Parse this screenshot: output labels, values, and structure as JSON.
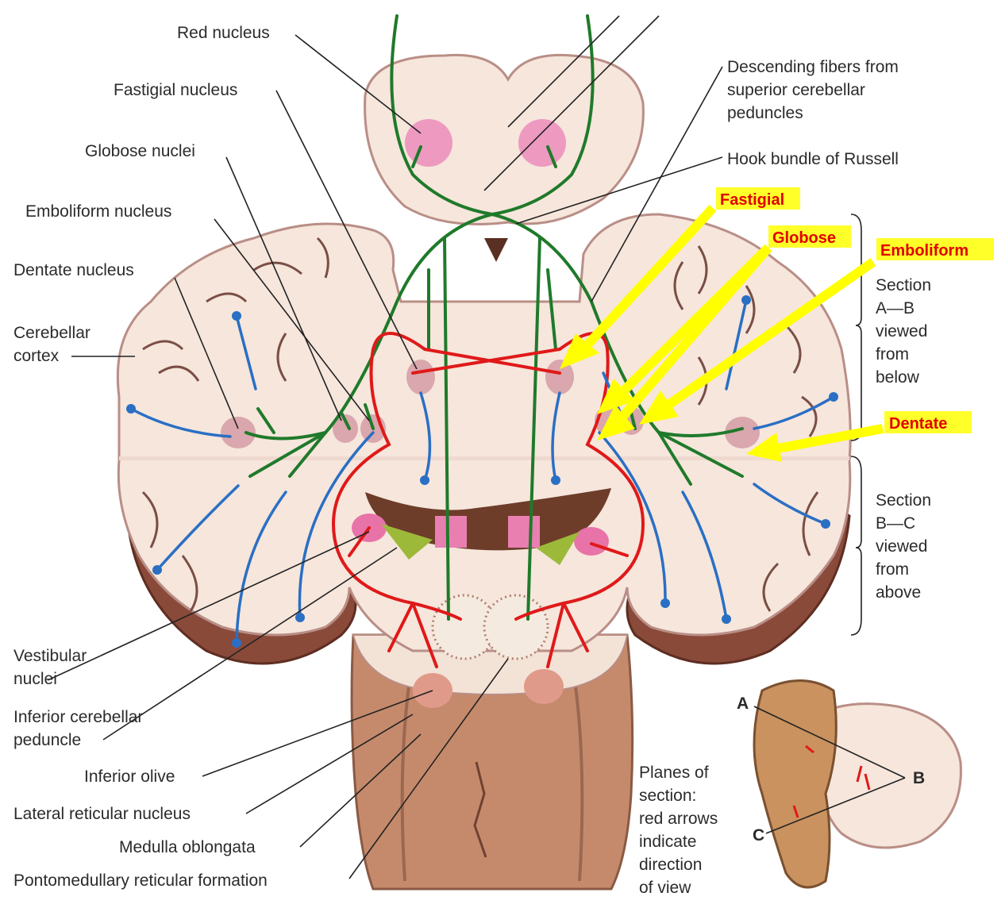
{
  "labels_left": {
    "red_nucleus": "Red nucleus",
    "fastigial_nucleus": "Fastigial nucleus",
    "globose_nuclei": "Globose nuclei",
    "emboliform_nucleus": "Emboliform nucleus",
    "dentate_nucleus": "Dentate nucleus",
    "cerebellar_cortex_1": "Cerebellar",
    "cerebellar_cortex_2": "cortex",
    "vestibular_nuclei_1": "Vestibular",
    "vestibular_nuclei_2": "nuclei",
    "inferior_cerebellar_peduncle_1": "Inferior cerebellar",
    "inferior_cerebellar_peduncle_2": "peduncle",
    "inferior_olive": "Inferior olive",
    "lateral_reticular_nucleus": "Lateral reticular nucleus",
    "medulla_oblongata": "Medulla oblongata",
    "pontomedullary_reticular_formation": "Pontomedullary reticular formation"
  },
  "labels_right": {
    "descending_fibers_1": "Descending fibers from",
    "descending_fibers_2": "superior cerebellar",
    "descending_fibers_3": "peduncles",
    "hook_bundle": "Hook bundle of Russell",
    "section_ab": [
      "Section",
      "A—B",
      "viewed",
      "from",
      "below"
    ],
    "section_bc": [
      "Section",
      "B—C",
      "viewed",
      "from",
      "above"
    ],
    "planes": [
      "Planes of",
      "section:",
      "red arrows",
      "indicate",
      "direction",
      "of view"
    ],
    "letter_a": "A",
    "letter_b": "B",
    "letter_c": "C"
  },
  "highlight_labels": {
    "fastigial": "Fastigial",
    "globose": "Globose",
    "emboliform": "Emboliform",
    "dentate": "Dentate"
  },
  "colors": {
    "efferent_green": "#1f7a2a",
    "vestibular_red": "#e01919",
    "afferent_blue": "#2a6fc4",
    "highlight_yellow": "#ffff00",
    "highlight_text_red": "#e00000"
  }
}
